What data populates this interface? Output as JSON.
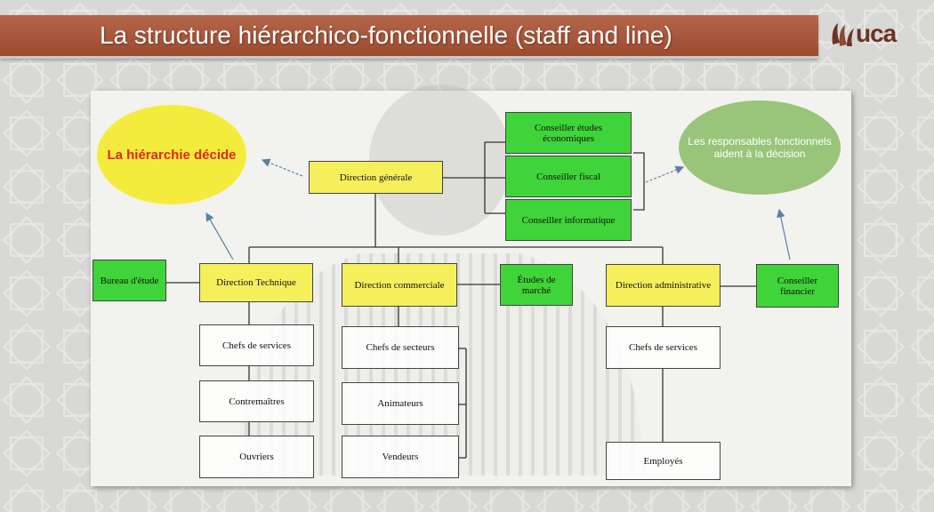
{
  "header": {
    "title": "La structure hiérarchico-fonctionnelle (staff and line)",
    "logo_text": "uca",
    "logo_icon": "uca-logo-icon"
  },
  "diagram": {
    "left_ellipse": "La hiérarchie décide",
    "right_ellipse": "Les responsables fonctionnels aident à la décision",
    "direction_generale": "Direction générale",
    "conseiller_etudes": "Conseiller études économiques",
    "conseiller_fiscal": "Conseiller fiscal",
    "conseiller_informatique": "Conseiller informatique",
    "bureau_etude": "Bureau d'étude",
    "direction_technique": "Direction Technique",
    "direction_commerciale": "Direction commerciale",
    "etudes_marche": "Études de marché",
    "direction_administrative": "Direction administrative",
    "conseiller_financier": "Conseiller financier",
    "tech_chefs": "Chefs de services",
    "tech_contremaitres": "Contremaîtres",
    "tech_ouvriers": "Ouvriers",
    "com_chefs": "Chefs de secteurs",
    "com_animateurs": "Animateurs",
    "com_vendeurs": "Vendeurs",
    "admin_chefs": "Chefs de services",
    "admin_employes": "Employés"
  },
  "colors": {
    "title_bar": "#a85538",
    "line_box": "#f5ef5c",
    "staff_box": "#3fd43a",
    "left_ellipse": "#f4ec3c",
    "right_ellipse": "#99c57a"
  }
}
